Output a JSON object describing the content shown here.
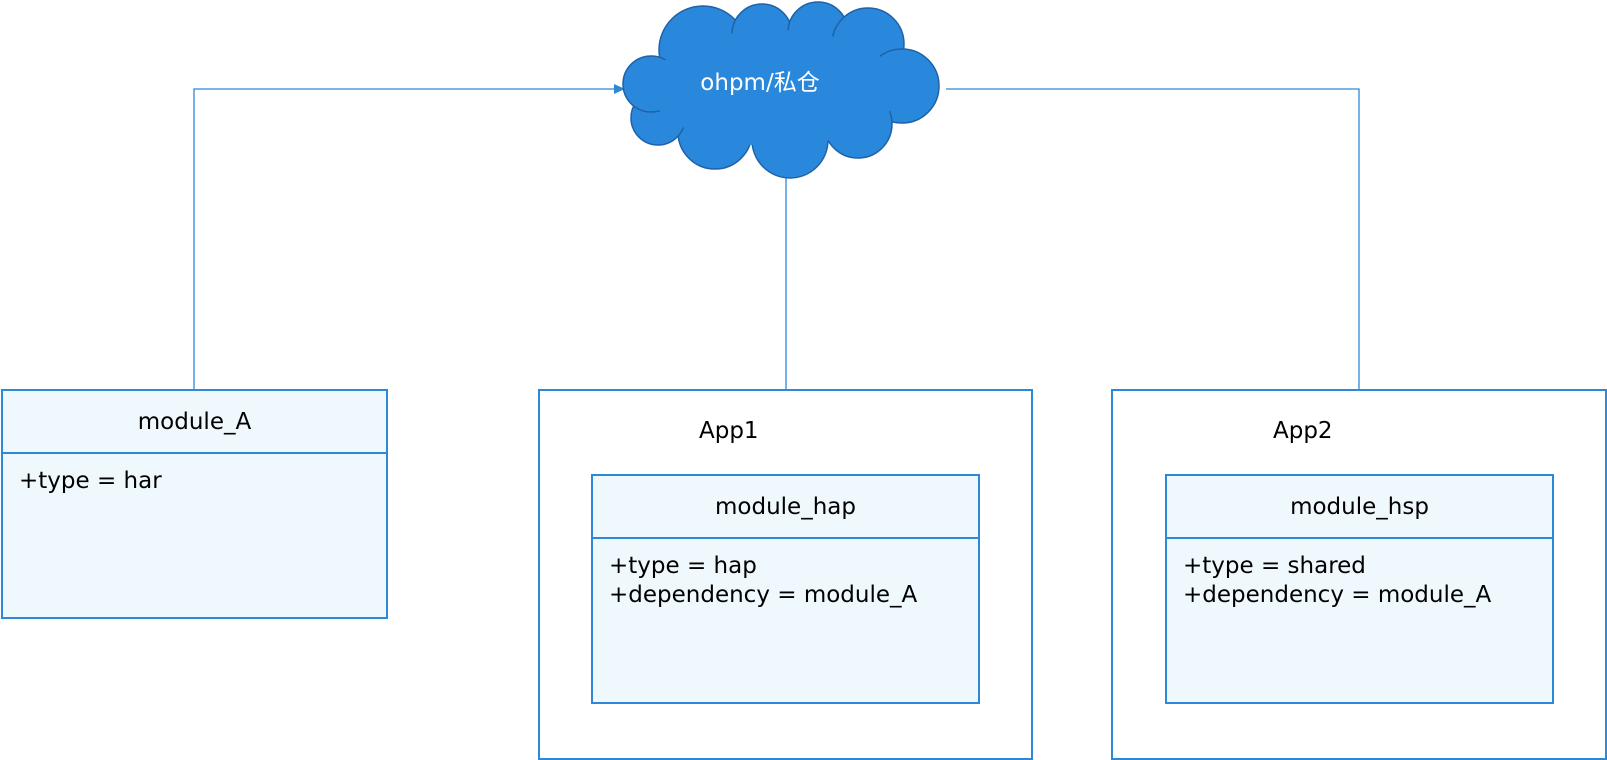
{
  "repository": {
    "label": "ohpm/私仓"
  },
  "module_a": {
    "name": "module_A",
    "attributes": [
      "+type = har"
    ]
  },
  "app1": {
    "title": "App1",
    "module": {
      "name": "module_hap",
      "attributes": [
        "+type = hap",
        "+dependency = module_A"
      ]
    }
  },
  "app2": {
    "title": "App2",
    "module": {
      "name": "module_hsp",
      "attributes": [
        "+type = shared",
        "+dependency = module_A"
      ]
    }
  },
  "colors": {
    "line": "#2e88d8",
    "cloud_fill": "#2a88dc",
    "cloud_stroke": "#1e62a8",
    "class_fill": "#eff8fd",
    "border": "#2e88d8"
  }
}
